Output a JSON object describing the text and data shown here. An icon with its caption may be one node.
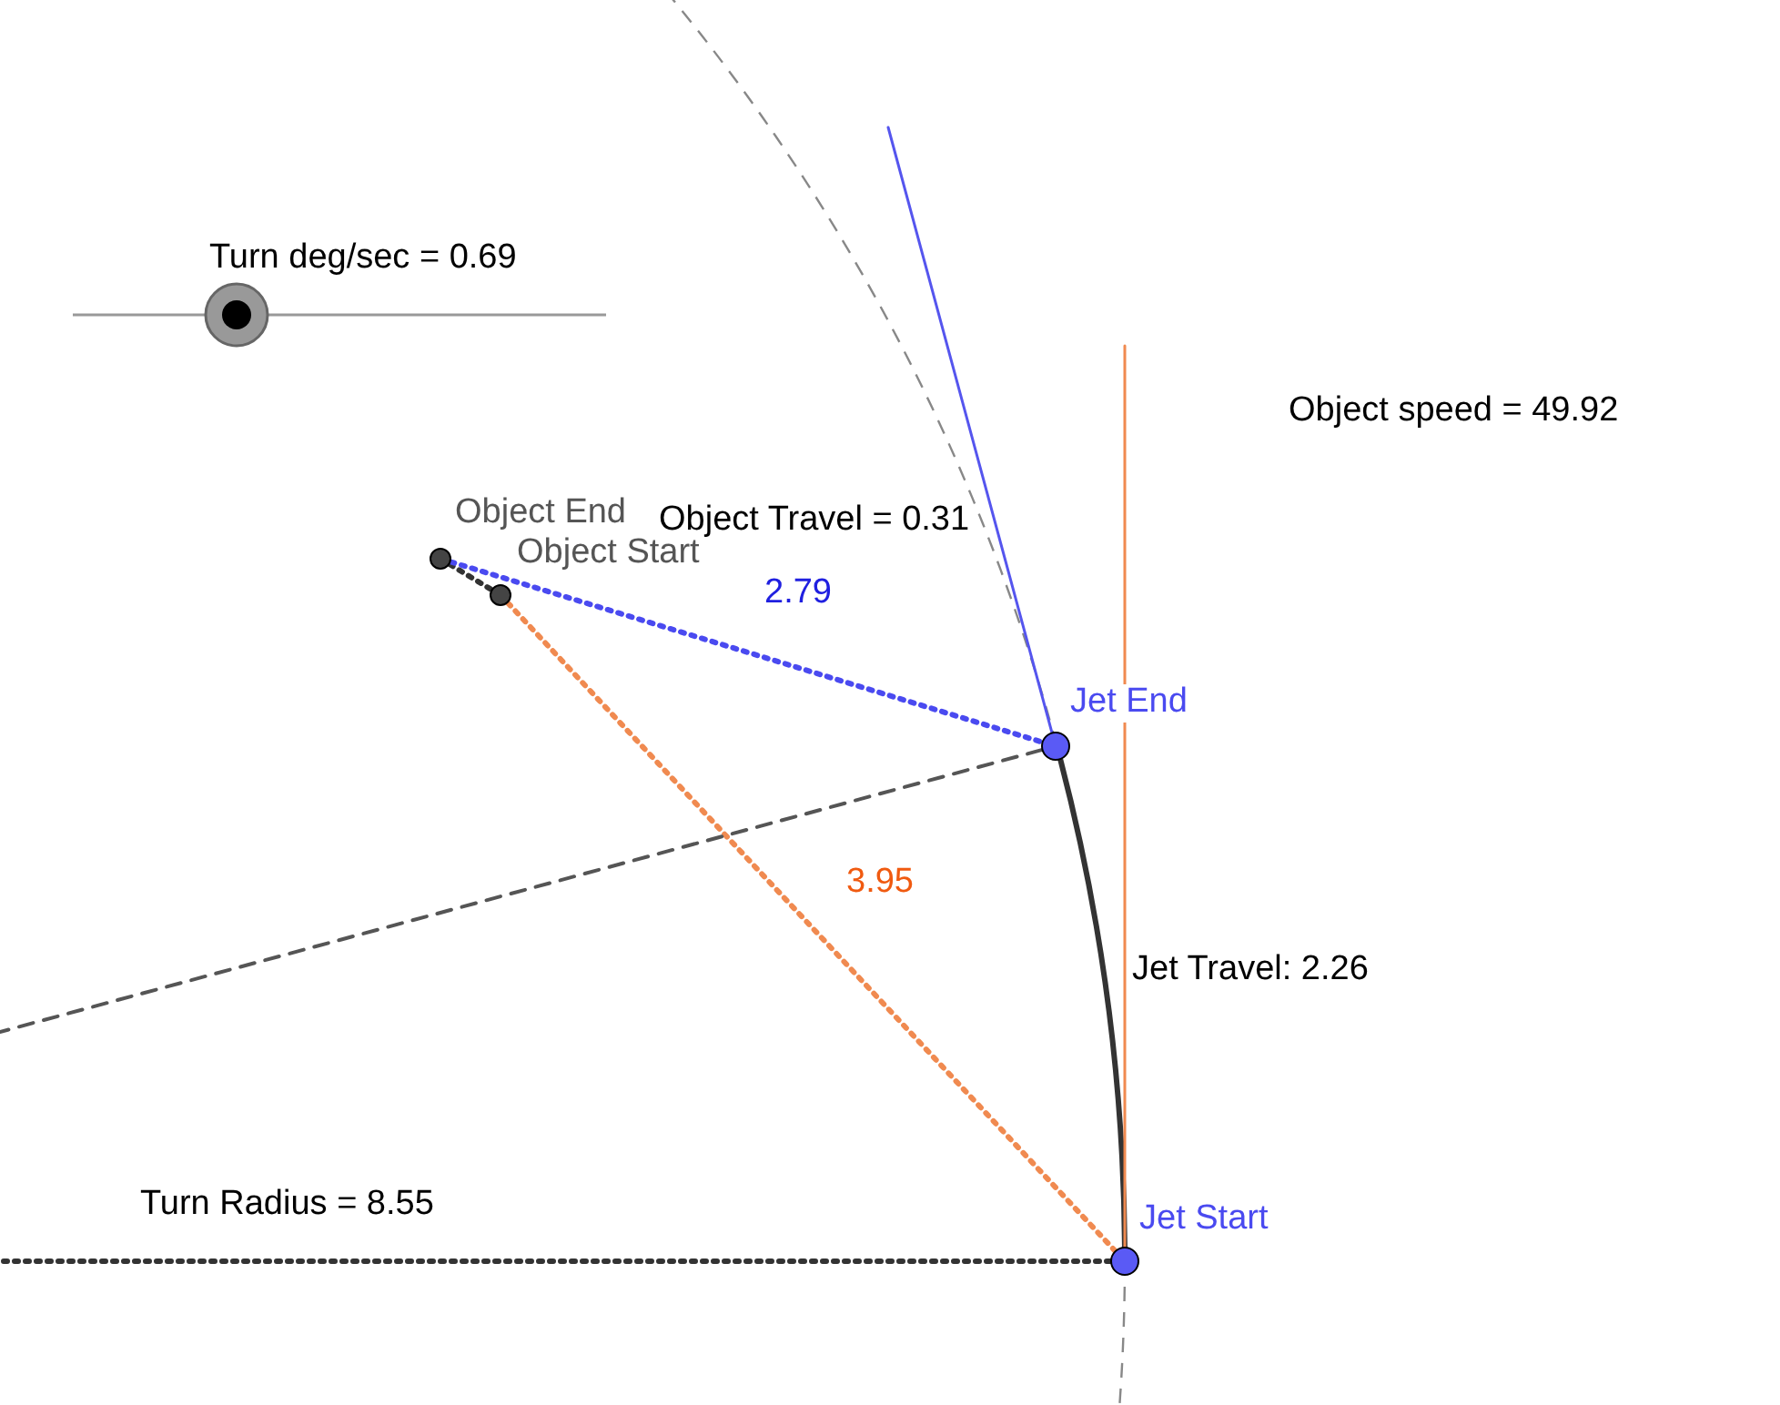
{
  "diagram": {
    "nodes": [
      {
        "text": [],
        "shape": "circle",
        "beside": [
          "Object End"
        ]
      },
      {
        "text": [],
        "shape": "circle",
        "beside": [
          "Object Start"
        ]
      },
      {
        "text": [],
        "shape": "circle",
        "beside": [
          "Jet End"
        ]
      },
      {
        "text": [],
        "shape": "circle",
        "beside": [
          "Jet Start"
        ]
      }
    ],
    "edges": [
      {
        "from": 0,
        "to": 1,
        "arrow": "none",
        "style": "dashed",
        "color": "#333333"
      },
      {
        "from": 0,
        "to": 2,
        "arrow": "none",
        "style": "dashed",
        "color": "#4a4af0",
        "label": "2.79"
      },
      {
        "from": 1,
        "to": 3,
        "arrow": "none",
        "style": "dashed",
        "color": "#f08a50",
        "label": "3.95"
      },
      {
        "from": 3,
        "to": 2,
        "arrow": "none",
        "color": "#333333",
        "label": "Jet Travel: 2.26"
      },
      {
        "from": 2,
        "to": null,
        "arrow": "none",
        "color": "#5555ee"
      },
      {
        "from": 3,
        "to": null,
        "arrow": "none",
        "color": "#f08a50"
      },
      {
        "from": 2,
        "to": null,
        "arrow": "none",
        "style": "dashed",
        "color": "#555555"
      },
      {
        "from": 3,
        "to": null,
        "arrow": "none",
        "style": "dashed",
        "color": "#333333",
        "label": "Turn Radius = 8.55"
      }
    ],
    "labels": [
      "Turn deg/sec = 0.69",
      "Object speed = 49.92",
      "Object Travel = 0.31"
    ]
  }
}
